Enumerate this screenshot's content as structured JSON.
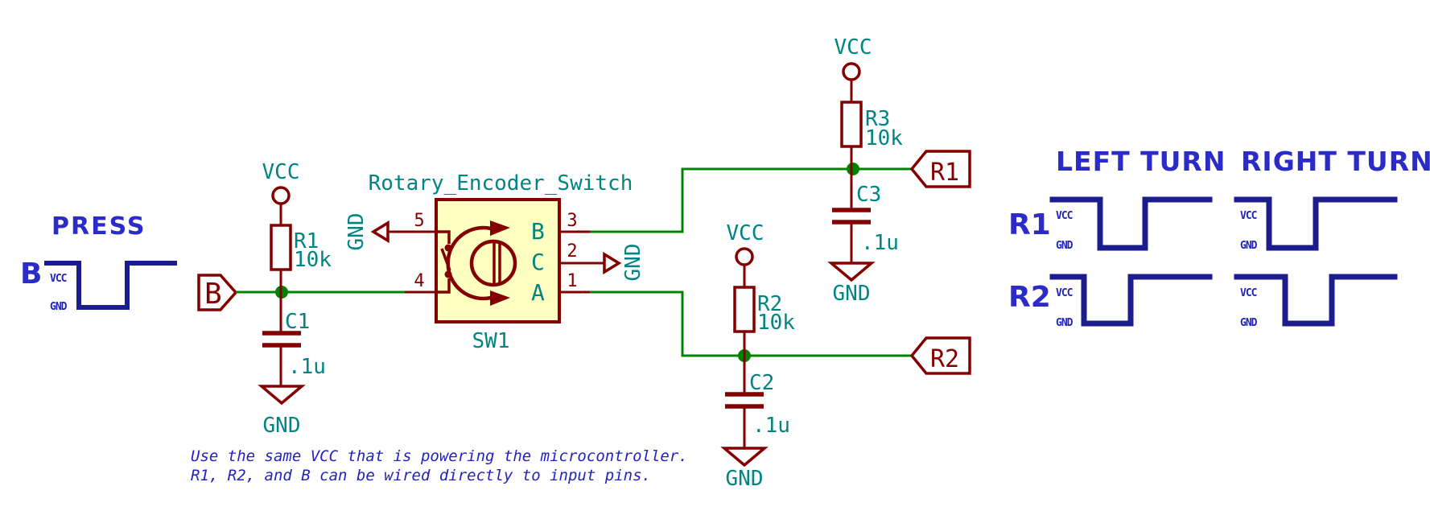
{
  "press_panel": {
    "title": "PRESS",
    "signal_label": "B",
    "vcc": "VCC",
    "gnd": "GND"
  },
  "net_flags": {
    "b_input": "B",
    "r1_output": "R1",
    "r2_output": "R2"
  },
  "power": {
    "vcc": "VCC",
    "gnd": "GND"
  },
  "components": {
    "r1": {
      "ref": "R1",
      "value": "10k"
    },
    "r2": {
      "ref": "R2",
      "value": "10k"
    },
    "r3": {
      "ref": "R3",
      "value": "10k"
    },
    "c1": {
      "ref": "C1",
      "value": ".1u"
    },
    "c2": {
      "ref": "C2",
      "value": ".1u"
    },
    "c3": {
      "ref": "C3",
      "value": ".1u"
    },
    "sw1": {
      "lib_name": "Rotary_Encoder_Switch",
      "ref": "SW1",
      "pin_numbers": {
        "p1": "1",
        "p2": "2",
        "p3": "3",
        "p4": "4",
        "p5": "5"
      },
      "pin_names": {
        "a": "A",
        "b": "B",
        "c": "C"
      }
    }
  },
  "waveform_panel": {
    "left_title": "LEFT TURN",
    "right_title": "RIGHT TURN",
    "row_labels": {
      "r1": "R1",
      "r2": "R2"
    },
    "vcc": "VCC",
    "gnd": "GND"
  },
  "note": {
    "line1": "Use the same VCC that is powering the microcontroller.",
    "line2": "R1, R2, and B can be wired directly to input pins."
  },
  "colors": {
    "wire_green": "#008400",
    "symbol_maroon": "#840000",
    "field_teal": "#008484",
    "body_fill_yellow": "#FFFFC2",
    "annotation_blue": "#2B2BC8",
    "waveform_navy": "#1C1C8C",
    "note_blue": "#2222BE"
  }
}
